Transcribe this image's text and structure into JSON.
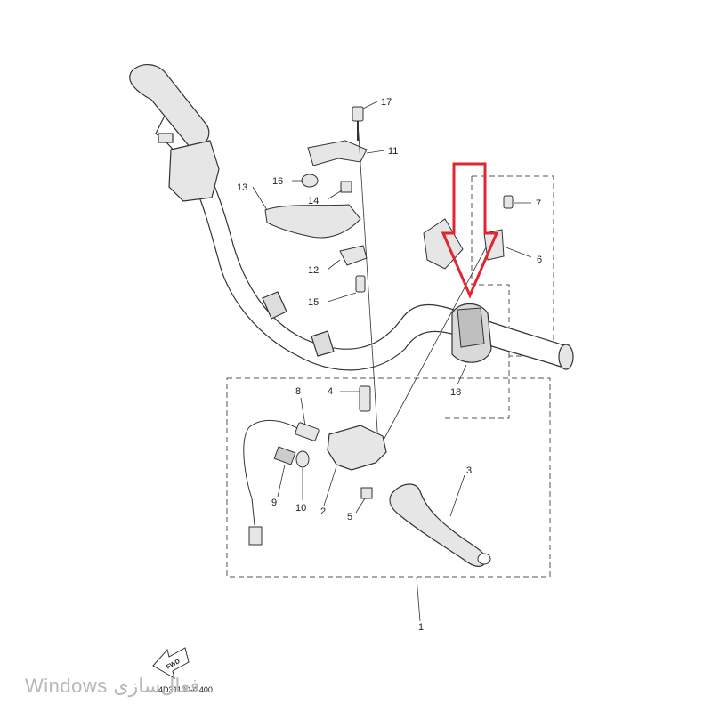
{
  "callouts": {
    "p1": "1",
    "p2": "2",
    "p3": "3",
    "p4": "4",
    "p5": "5",
    "p6": "6",
    "p7": "7",
    "p8": "8",
    "p9": "9",
    "p10": "10",
    "p11": "11",
    "p12": "12",
    "p13": "13",
    "p14": "14",
    "p15": "15",
    "p16": "16",
    "p17": "17",
    "p18": "18"
  },
  "diagram_code": "4D31100-G400",
  "fwd_label": "FWD",
  "watermark": "Windows فعال‌سازی",
  "colors": {
    "highlight_arrow": "#e0262e",
    "line": "#333333",
    "part_fill": "#e6e6e6"
  }
}
